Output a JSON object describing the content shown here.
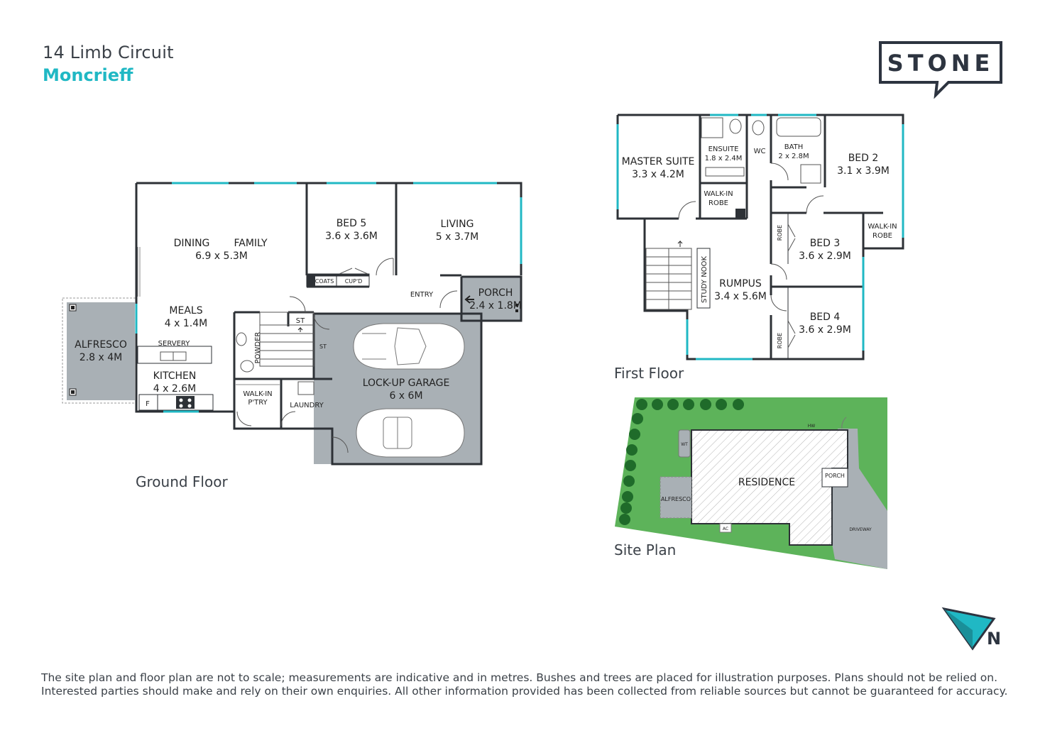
{
  "header": {
    "address_line1": "14 Limb Circuit",
    "address_line2": "Moncrieff"
  },
  "logo": {
    "text": "STONE"
  },
  "compass": {
    "letter": "N"
  },
  "colors": {
    "accent": "#20b8c4",
    "wall": "#2d3136",
    "shaded_area": "#a9b0b5",
    "lawn": "#5db35a",
    "text": "#3b4148"
  },
  "ground_floor": {
    "title": "Ground Floor",
    "rooms": {
      "dining": "DINING",
      "family": "FAMILY",
      "dining_family_dims": "6.9 x 5.3M",
      "bed5": "BED 5",
      "bed5_dims": "3.6 x 3.6M",
      "living": "LIVING",
      "living_dims": "5 x 3.7M",
      "meals": "MEALS",
      "meals_dims": "4 x 1.4M",
      "alfresco": "ALFRESCO",
      "alfresco_dims": "2.8 x 4M",
      "servery": "SERVERY",
      "kitchen": "KITCHEN",
      "kitchen_dims": "4 x 2.6M",
      "fridge": "F",
      "powder": "POWDER",
      "walkin_pantry_1": "WALK-IN",
      "walkin_pantry_2": "P'TRY",
      "laundry": "LAUNDRY",
      "coats": "COATS",
      "cupd": "CUP'D",
      "entry": "ENTRY",
      "porch": "PORCH",
      "porch_dims": "2.4 x 1.8M",
      "st1": "ST",
      "st2": "ST",
      "garage": "LOCK-UP GARAGE",
      "garage_dims": "6 x 6M"
    }
  },
  "first_floor": {
    "title": "First Floor",
    "rooms": {
      "master": "MASTER SUITE",
      "master_dims": "3.3 x 4.2M",
      "ensuite": "ENSUITE",
      "ensuite_dims": "1.8 x 2.4M",
      "wc": "WC",
      "bath": "BATH",
      "bath_dims": "2 x 2.8M",
      "bed2": "BED 2",
      "bed2_dims": "3.1 x 3.9M",
      "walkin_robe_1": "WALK-IN",
      "walkin_robe_2": "ROBE",
      "walkin_robe2_1": "WALK-IN",
      "walkin_robe2_2": "ROBE",
      "bed3": "BED 3",
      "bed3_dims": "3.6 x 2.9M",
      "bed4": "BED 4",
      "bed4_dims": "3.6 x 2.9M",
      "robe_a": "ROBE",
      "robe_b": "ROBE",
      "study_nook": "STUDY NOOK",
      "rumpus": "RUMPUS",
      "rumpus_dims": "3.4 x 5.6M"
    }
  },
  "site_plan": {
    "title": "Site Plan",
    "labels": {
      "residence": "RESIDENCE",
      "porch": "PORCH",
      "alfresco": "ALFRESCO",
      "driveway": "DRIVEWAY",
      "hw": "HW",
      "wt": "WT",
      "ac": "AC"
    }
  },
  "disclaimer": {
    "line1": "The site plan and floor plan are not to scale; measurements are indicative and in metres. Bushes and trees are placed for illustration purposes. Plans should not be relied on.",
    "line2": "Interested parties should make and rely on their own enquiries. All other information provided has been collected from reliable sources but cannot be guaranteed for accuracy."
  }
}
